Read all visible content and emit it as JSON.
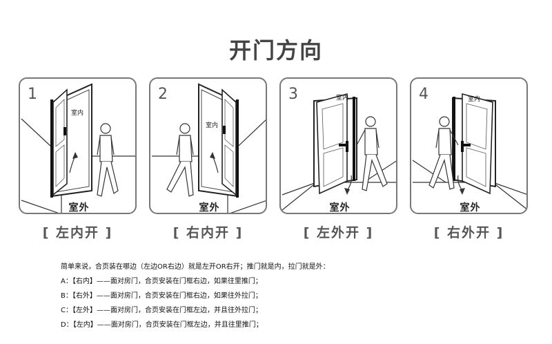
{
  "page_title": "开门方向",
  "panels": [
    {
      "number": "1",
      "indoor": "室内",
      "outdoor": "室外",
      "caption": "[ 左内开 ]"
    },
    {
      "number": "2",
      "indoor": "室内",
      "outdoor": "室外",
      "caption": "[ 右内开 ]"
    },
    {
      "number": "3",
      "indoor": "室内",
      "outdoor": "室外",
      "caption": "[ 左外开 ]"
    },
    {
      "number": "4",
      "indoor": "室内",
      "outdoor": "室外",
      "caption": "[ 右外开 ]"
    }
  ],
  "notes": {
    "intro": "简单来说，合页装在哪边（左边OR右边）就是左开OR右开；推门就是内，拉门就是外：",
    "lines": [
      "A：【右内】——面对房门，合页安装在门框右边，如果往里推门；",
      "B：【右外】——面对房门，合页安装在门框右边，如果往外拉门；",
      "C：【左外】——面对房门，合页安装在门框左边，并且往外拉门；",
      "D：【左内】——面对房门，合页安装在门框左边，并且往里推门；"
    ]
  }
}
